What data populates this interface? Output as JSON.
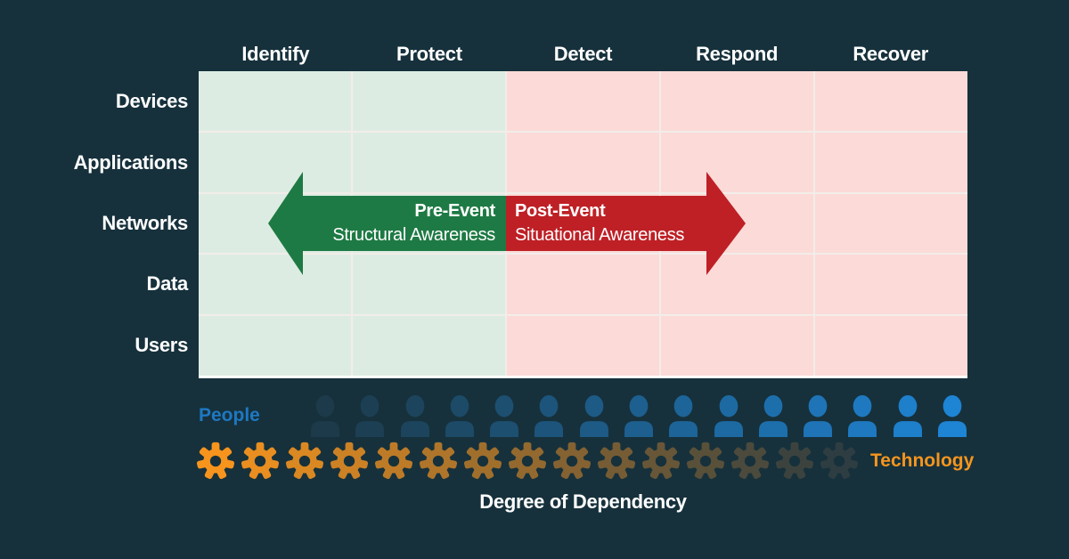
{
  "colors": {
    "background": "#16313c",
    "text": "#ffffff",
    "pre_cell": "#ddece3",
    "post_cell": "#fbdad7",
    "grid_line": "#f2ede9",
    "grid_bottom_edge": "#ffffff",
    "pre_arrow": "#1e7a44",
    "post_arrow": "#be2026",
    "people_label": "#1e78c2",
    "technology_label": "#f6951e"
  },
  "matrix": {
    "column_headers": [
      "Identify",
      "Protect",
      "Detect",
      "Respond",
      "Recover"
    ],
    "row_labels": [
      "Devices",
      "Applications",
      "Networks",
      "Data",
      "Users"
    ],
    "pre_zone_column_count": 2
  },
  "arrow": {
    "pre": {
      "title": "Pre-Event",
      "subtitle": "Structural Awareness"
    },
    "post": {
      "title": "Post-Event",
      "subtitle": "Situational Awareness"
    }
  },
  "dependency": {
    "people_label": "People",
    "technology_label": "Technology",
    "caption": "Degree of Dependency",
    "people_icon_colors": [
      "#1c3a49",
      "#1c3f53",
      "#1c455d",
      "#1c4a67",
      "#1d4f71",
      "#1d547b",
      "#1d5a85",
      "#1d5f8f",
      "#1d6498",
      "#1d6aa2",
      "#1d6fac",
      "#1e74b6",
      "#1e79c0",
      "#1e7fca",
      "#1e84d4"
    ],
    "gear_icon_colors": [
      "#f7941d",
      "#e98e20",
      "#da8822",
      "#cc8125",
      "#be7b27",
      "#af752a",
      "#a16f2c",
      "#93692f",
      "#846232",
      "#765c34",
      "#675637",
      "#595039",
      "#4b4a3c",
      "#3c433e",
      "#2e3d41"
    ]
  }
}
